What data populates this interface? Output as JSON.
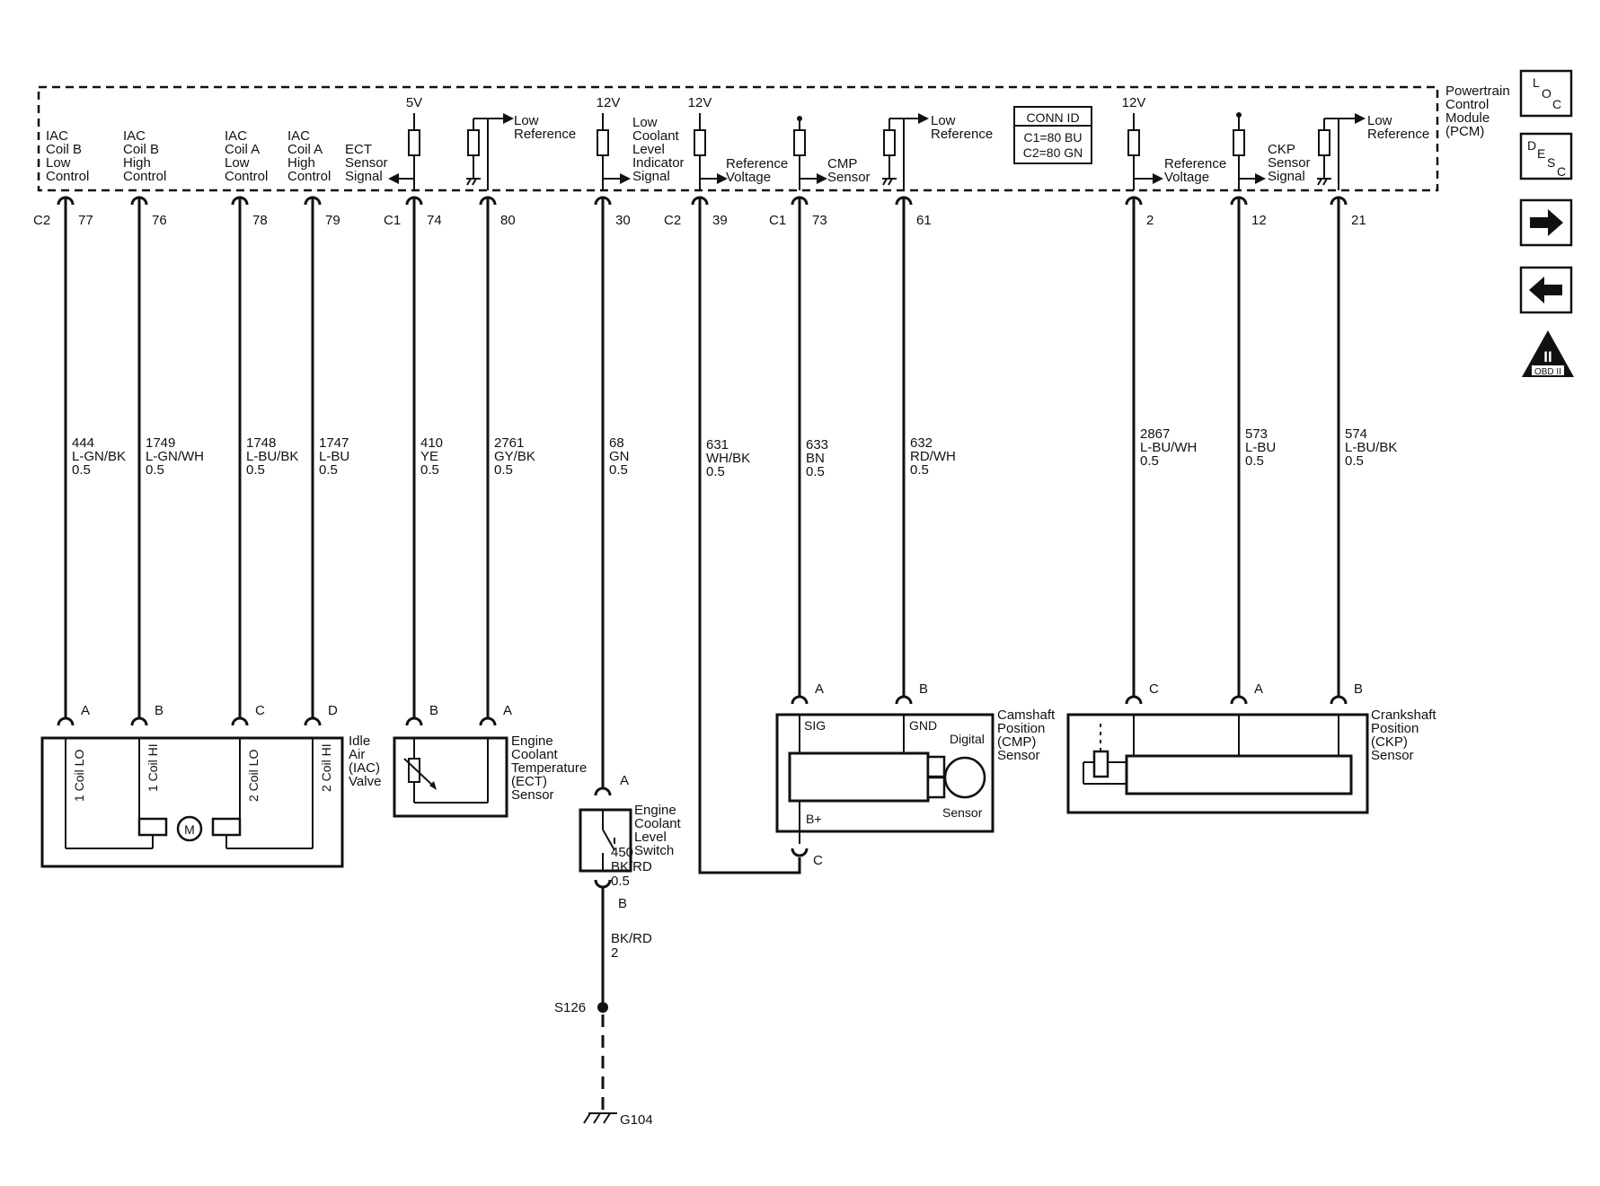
{
  "pcm": {
    "label": [
      "Powertrain",
      "Control",
      "Module",
      "(PCM)"
    ],
    "conn_id": {
      "title": "CONN ID",
      "c1": "C1=80 BU",
      "c2": "C2=80 GN"
    },
    "supplies": {
      "v5": "5V",
      "v12a": "12V",
      "v12b": "12V",
      "v12c": "12V"
    },
    "signal_labels": {
      "iac_b_lo": [
        "IAC",
        "Coil B",
        "Low",
        "Control"
      ],
      "iac_b_hi": [
        "IAC",
        "Coil B",
        "High",
        "Control"
      ],
      "iac_a_lo": [
        "IAC",
        "Coil A",
        "Low",
        "Control"
      ],
      "iac_a_hi": [
        "IAC",
        "Coil A",
        "High",
        "Control"
      ],
      "ect_sig": [
        "ECT",
        "Sensor",
        "Signal"
      ],
      "low_ref_1": [
        "Low",
        "Reference"
      ],
      "coolant_level": [
        "Low",
        "Coolant",
        "Level",
        "Indicator",
        "Signal"
      ],
      "ref_voltage_1": [
        "Reference",
        "Voltage"
      ],
      "cmp_sig": [
        "CMP",
        "Sensor"
      ],
      "low_ref_2": [
        "Low",
        "Reference"
      ],
      "ref_voltage_2": [
        "Reference",
        "Voltage"
      ],
      "ckp_sig": [
        "CKP",
        "Sensor",
        "Signal"
      ],
      "low_ref_3": [
        "Low",
        "Reference"
      ]
    },
    "connectors": {
      "c2a": "C2",
      "c1a": "C1",
      "c2b": "C2",
      "c1b": "C1"
    },
    "pins": [
      "77",
      "76",
      "78",
      "79",
      "74",
      "80",
      "30",
      "39",
      "73",
      "61",
      "2",
      "12",
      "21"
    ]
  },
  "wires": [
    {
      "circuit": "444",
      "color": "L-GN/BK",
      "size": "0.5"
    },
    {
      "circuit": "1749",
      "color": "L-GN/WH",
      "size": "0.5"
    },
    {
      "circuit": "1748",
      "color": "L-BU/BK",
      "size": "0.5"
    },
    {
      "circuit": "1747",
      "color": "L-BU",
      "size": "0.5"
    },
    {
      "circuit": "410",
      "color": "YE",
      "size": "0.5"
    },
    {
      "circuit": "2761",
      "color": "GY/BK",
      "size": "0.5"
    },
    {
      "circuit": "68",
      "color": "GN",
      "size": "0.5"
    },
    {
      "circuit": "631",
      "color": "WH/BK",
      "size": "0.5"
    },
    {
      "circuit": "633",
      "color": "BN",
      "size": "0.5"
    },
    {
      "circuit": "632",
      "color": "RD/WH",
      "size": "0.5"
    },
    {
      "circuit": "2867",
      "color": "L-BU/WH",
      "size": "0.5"
    },
    {
      "circuit": "573",
      "color": "L-BU",
      "size": "0.5"
    },
    {
      "circuit": "574",
      "color": "L-BU/BK",
      "size": "0.5"
    }
  ],
  "iac": {
    "label": [
      "Idle",
      "Air",
      "(IAC)",
      "Valve"
    ],
    "pins": [
      "A",
      "B",
      "C",
      "D"
    ],
    "coils": [
      "1 Coil LO",
      "1 Coil HI",
      "2 Coil LO",
      "2 Coil HI"
    ],
    "motor": "M"
  },
  "ect": {
    "label": [
      "Engine",
      "Coolant",
      "Temperature",
      "(ECT)",
      "Sensor"
    ],
    "pins": [
      "B",
      "A"
    ]
  },
  "level_switch": {
    "label": [
      "Engine",
      "Coolant",
      "Level",
      "Switch"
    ],
    "pin_top": "A",
    "pin_bottom": "B",
    "wire": {
      "circuit": "450",
      "color": "BK/RD",
      "size": "0.5"
    },
    "splice": "S126",
    "ground_wire": {
      "color": "BK/RD",
      "size": "2"
    },
    "ground": "G104"
  },
  "cmp": {
    "label": [
      "Camshaft",
      "Position",
      "(CMP)",
      "Sensor"
    ],
    "pins": [
      "A",
      "B",
      "C"
    ],
    "sig": "SIG",
    "gnd": "GND",
    "bplus": "B+",
    "digital": "Digital",
    "sensor": "Sensor"
  },
  "ckp": {
    "label": [
      "Crankshaft",
      "Position",
      "(CKP)",
      "Sensor"
    ],
    "pins": [
      "C",
      "A",
      "B"
    ]
  },
  "nav": {
    "loc": [
      "L",
      "O",
      "C"
    ],
    "desc": [
      "D",
      "E",
      "S",
      "C"
    ],
    "obd": "OBD II",
    "obd_roman": "II"
  }
}
